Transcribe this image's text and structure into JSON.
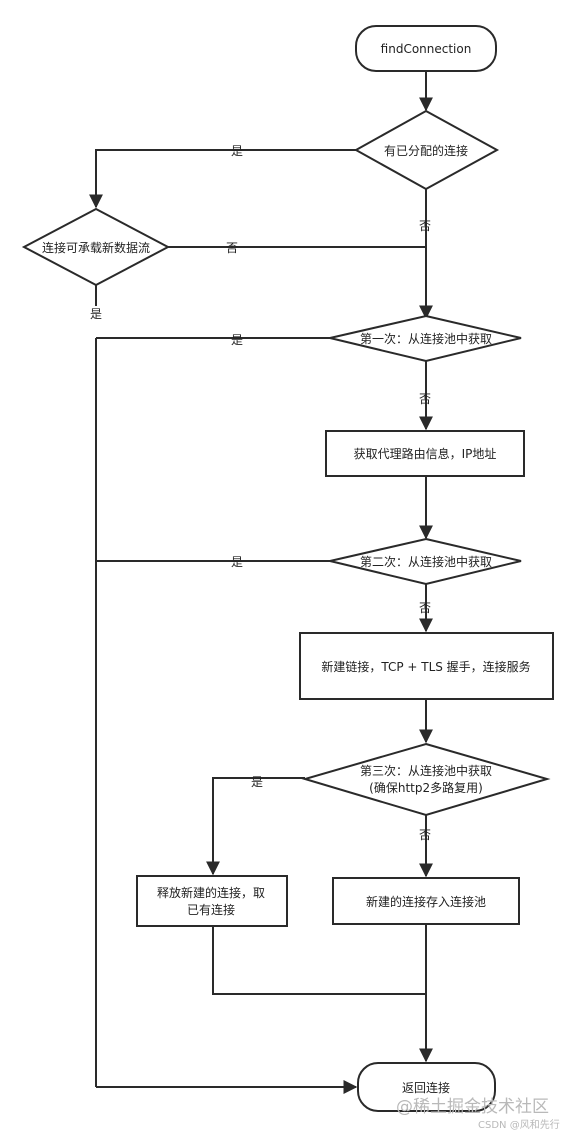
{
  "nodes": {
    "start": "findConnection",
    "has_allocated": "有已分配的连接",
    "can_carry": "连接可承载新数据流",
    "first_pool": "第一次：从连接池中获取",
    "route_info": "获取代理路由信息，IP地址",
    "second_pool": "第二次：从连接池中获取",
    "new_link": "新建链接，TCP + TLS 握手，连接服务",
    "third_pool_line1": "第三次：从连接池中获取",
    "third_pool_line2": "(确保http2多路复用)",
    "release_line1": "释放新建的连接，取",
    "release_line2": "已有连接",
    "store_pool": "新建的连接存入连接池",
    "end": "返回连接"
  },
  "edges": {
    "yes": "是",
    "no": "否"
  },
  "watermark": {
    "site": "@稀土掘金技术社区",
    "credit": "CSDN @风和先行"
  }
}
